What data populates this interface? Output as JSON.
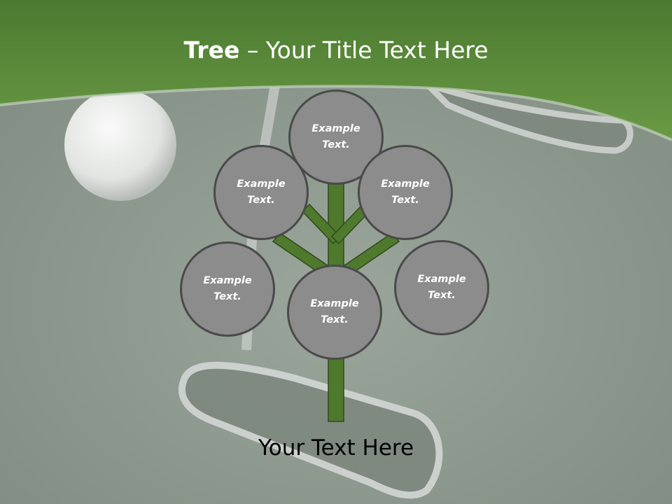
{
  "title": {
    "bold": "Tree",
    "rest": " – Your Title Text Here"
  },
  "caption": "Your Text Here",
  "nodes": [
    "Example\nText.",
    "Example\nText.",
    "Example\nText.",
    "Example\nText.",
    "Example\nText.",
    "Example\nText."
  ],
  "colors": {
    "header_green": "#5f8e3e",
    "trunk": "#4f7a2e",
    "node_fill": "#8c8c8c",
    "node_border": "#4a4a4a"
  },
  "background": {
    "icons": [
      "golf-ball-icon",
      "putter-icon"
    ]
  }
}
